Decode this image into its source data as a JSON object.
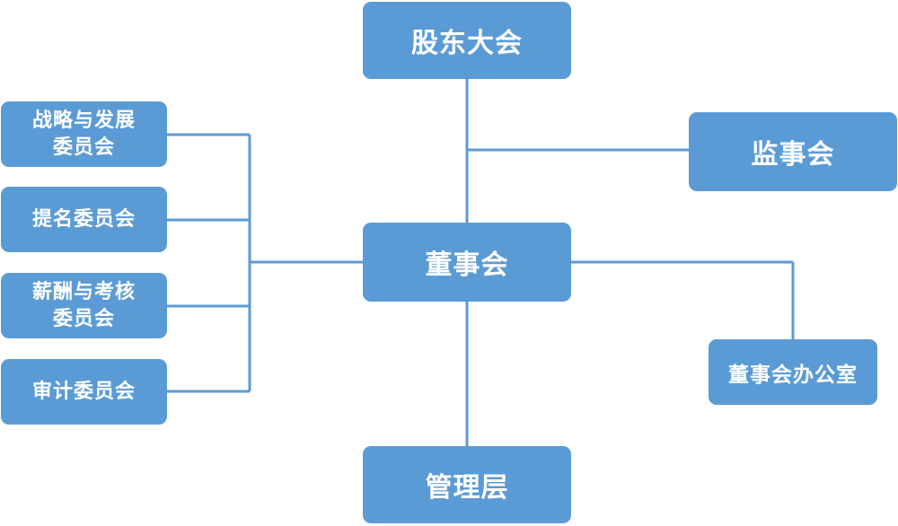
{
  "diagram": {
    "colors": {
      "node_fill": "#5b9bd5",
      "node_text": "#ffffff",
      "connector": "#5b9bd5",
      "background": "#ffffff"
    },
    "nodes": {
      "shareholders_meeting": "股东大会",
      "supervisory_board": "监事会",
      "board_of_directors": "董事会",
      "board_office": "董事会办公室",
      "management": "管理层",
      "strategy_committee_line1": "战略与发展",
      "strategy_committee_line2": "委员会",
      "nomination_committee": "提名委员会",
      "remuneration_committee_line1": "薪酬与考核",
      "remuneration_committee_line2": "委员会",
      "audit_committee": "审计委员会"
    }
  }
}
